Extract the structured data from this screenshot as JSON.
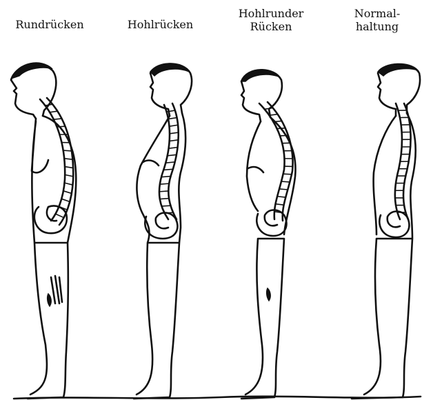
{
  "postures": [
    {
      "label": "Rundrücken"
    },
    {
      "label": "Hohlrücken"
    },
    {
      "label_line1": "Hohlrunder",
      "label_line2": "Rücken"
    },
    {
      "label_line1": "Normal-",
      "label_line2": "haltung"
    }
  ],
  "colors": {
    "ink": "#111111",
    "paper": "#ffffff"
  }
}
